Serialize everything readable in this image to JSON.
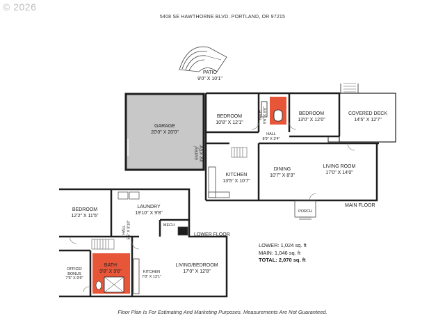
{
  "watermark": "© 2026",
  "address": "5408 SE HAWTHORNE BLVD. PORTLAND, OR 97215",
  "floor_labels": {
    "main": "MAIN FLOOR",
    "lower": "LOWER FLOOR"
  },
  "rooms": {
    "patio": {
      "name": "PATIO",
      "dims": "9'0\" X 10'1\""
    },
    "garage": {
      "name": "GARAGE",
      "dims": "20'0\" X 20'0\""
    },
    "bedroom_main1": {
      "name": "BEDROOM",
      "dims": "10'8\" X 12'1\""
    },
    "bath_main": {
      "name": "BATH",
      "dims": "5'6\" X 8'0\""
    },
    "bedroom_main2": {
      "name": "BEDROOM",
      "dims": "13'0\" X 12'0\""
    },
    "covered_deck": {
      "name": "COVERED DECK",
      "dims": "14'5\" X 12'7\""
    },
    "hall_main": {
      "name": "HALL",
      "dims": "8'9\" X 3'4\""
    },
    "entry": {
      "name": "ENTRY",
      "dims": "3'6\" X 5'8\""
    },
    "kitchen_main": {
      "name": "KITCHEN",
      "dims": "13'5\" X 10'7\""
    },
    "dining": {
      "name": "DINING",
      "dims": "10'7\" X 8'3\""
    },
    "living_room": {
      "name": "LIVING ROOM",
      "dims": "17'0\" X 14'0\""
    },
    "porch": {
      "name": "PORCH",
      "dims": ""
    },
    "bedroom_lower": {
      "name": "BEDROOM",
      "dims": "12'2\" X 11'5\""
    },
    "laundry": {
      "name": "LAUNDRY",
      "dims": "19'10\" X 9'8\""
    },
    "mech": {
      "name": "MECH",
      "dims": ""
    },
    "hall_lower": {
      "name": "HALL",
      "dims": "5'5\" X 8'10\""
    },
    "office": {
      "name": "OFFICE/ BONUS",
      "dims": "7'6\" X 9'6\""
    },
    "bath_lower": {
      "name": "BATH",
      "dims": "9'8\" X 9'6\""
    },
    "kitchen_lower": {
      "name": "KITCHEN",
      "dims": "7'8\" X 13'1\""
    },
    "living_bedroom": {
      "name": "LIVING/BEDROOM",
      "dims": "17'0\" X 12'8\""
    }
  },
  "totals": {
    "lower": "LOWER: 1,024 sq. ft",
    "main": "MAIN: 1,046 sq. ft",
    "total": "TOTAL: 2,070 sq. ft"
  },
  "disclaimer": "Floor Plan Is For Estimating And Marketing Purposes. Measurements Are Not Guaranteed.",
  "colors": {
    "wall": "#1e1e1e",
    "garage_fill": "#c8c8c8",
    "bath_fill": "#e8563a",
    "stairs": "#555555"
  }
}
